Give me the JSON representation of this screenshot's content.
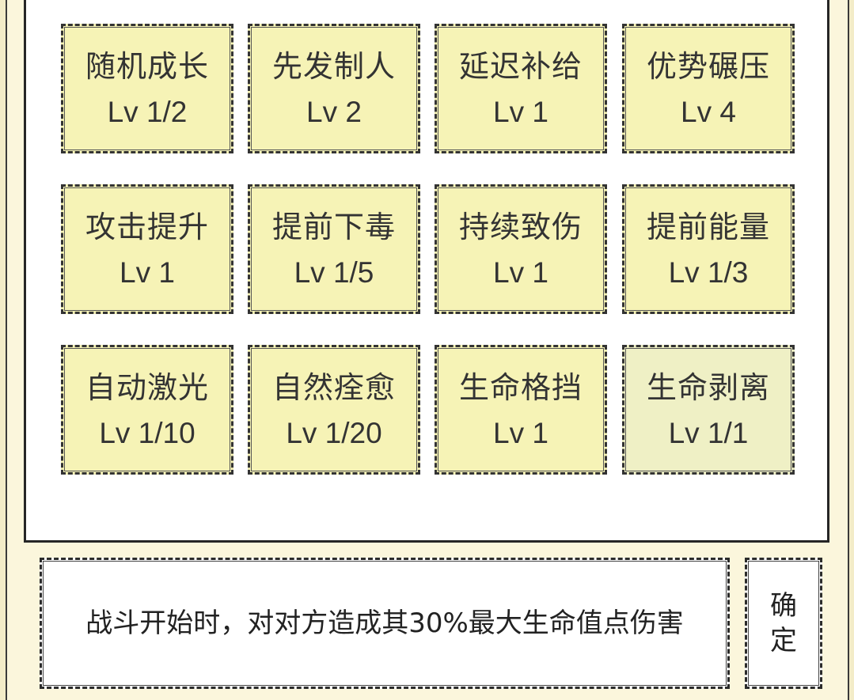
{
  "skills": [
    {
      "name": "随机成长",
      "level": "Lv 1/2",
      "selected": false
    },
    {
      "name": "先发制人",
      "level": "Lv 2",
      "selected": false
    },
    {
      "name": "延迟补给",
      "level": "Lv 1",
      "selected": false
    },
    {
      "name": "优势碾压",
      "level": "Lv 4",
      "selected": false
    },
    {
      "name": "攻击提升",
      "level": "Lv 1",
      "selected": false
    },
    {
      "name": "提前下毒",
      "level": "Lv 1/5",
      "selected": false
    },
    {
      "name": "持续致伤",
      "level": "Lv 1",
      "selected": false
    },
    {
      "name": "提前能量",
      "level": "Lv 1/3",
      "selected": false
    },
    {
      "name": "自动激光",
      "level": "Lv 1/10",
      "selected": false
    },
    {
      "name": "自然痊愈",
      "level": "Lv 1/20",
      "selected": false
    },
    {
      "name": "生命格挡",
      "level": "Lv 1",
      "selected": false
    },
    {
      "name": "生命剥离",
      "level": "Lv 1/1",
      "selected": true
    }
  ],
  "description": {
    "text": "战斗开始时，对对方造成其30%最大生命值点伤害"
  },
  "confirm": {
    "label": "确定"
  },
  "colors": {
    "card_bg": "#f6f3b6",
    "card_selected_bg": "#eff0c5",
    "page_bg": "#fbf6dc",
    "panel_bg": "#ffffff",
    "ink": "#333333"
  }
}
